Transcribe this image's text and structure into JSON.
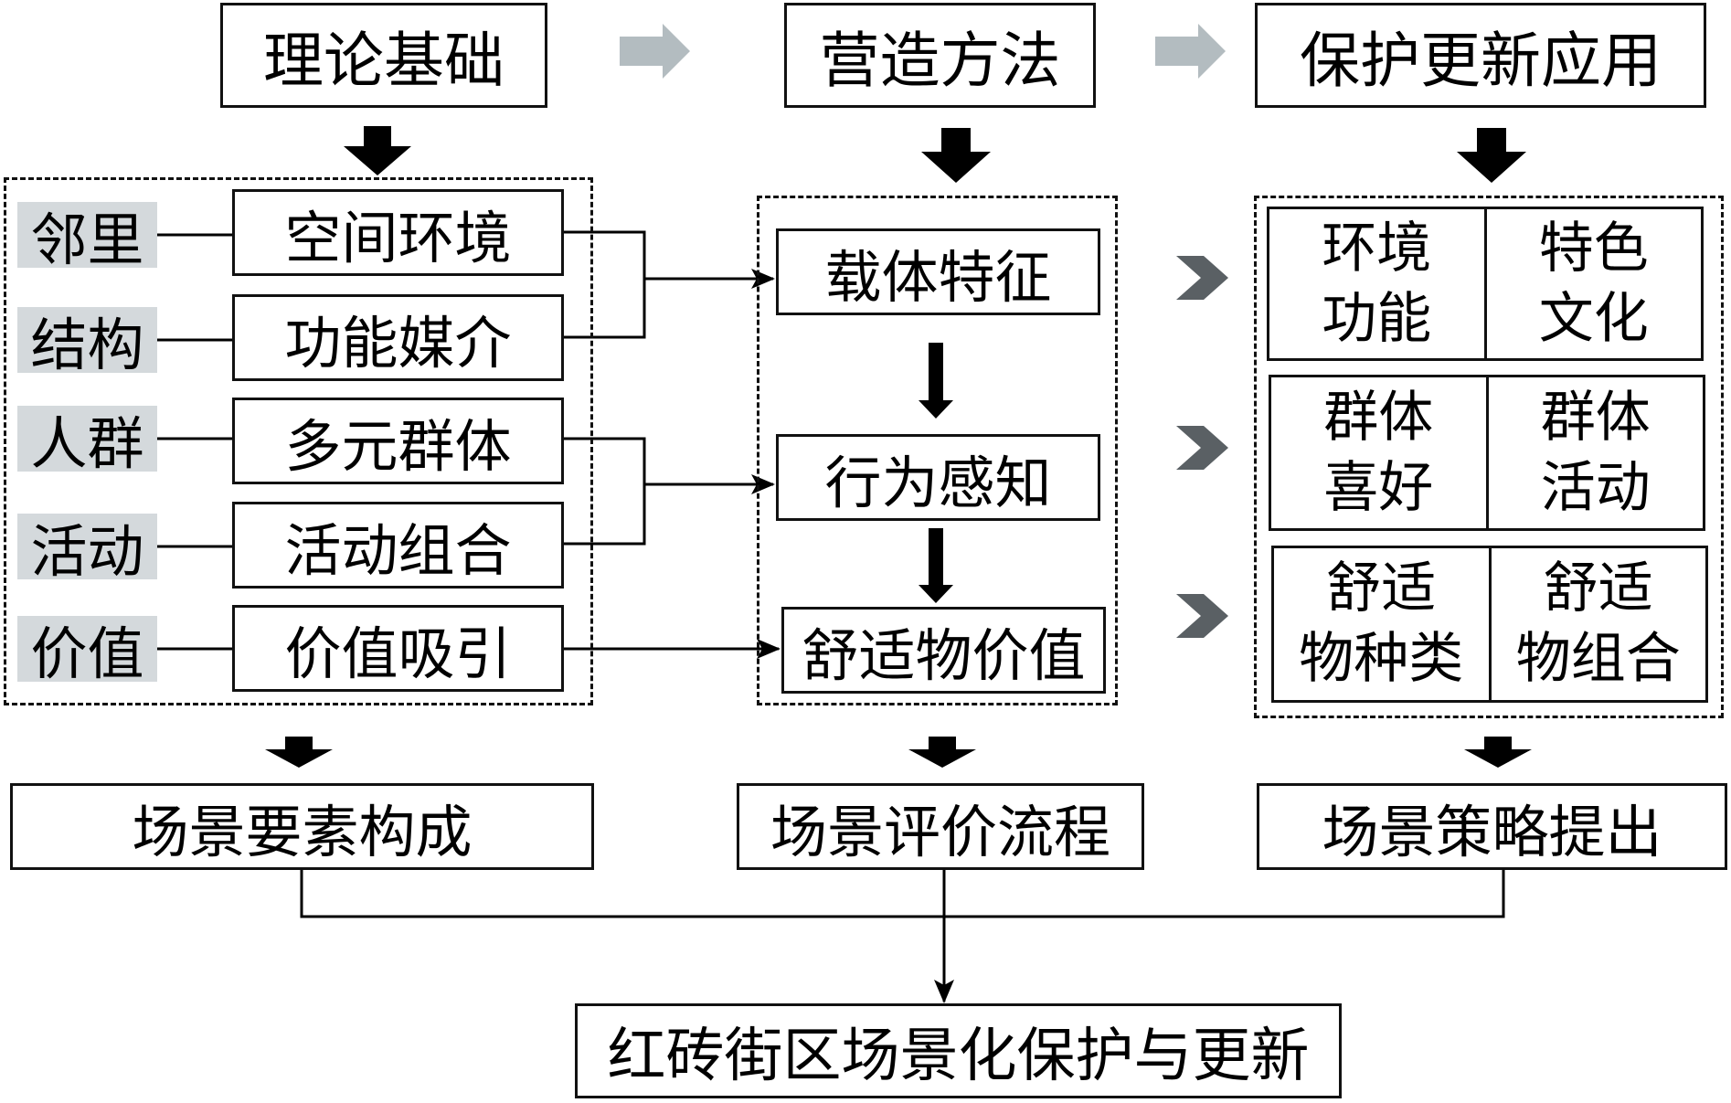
{
  "headers": {
    "theory": "理论基础",
    "method": "营造方法",
    "application": "保护更新应用"
  },
  "tags": [
    "邻里",
    "结构",
    "人群",
    "活动",
    "价值"
  ],
  "theory_items": [
    "空间环境",
    "功能媒介",
    "多元群体",
    "活动组合",
    "价值吸引"
  ],
  "method_items": [
    "载体特征",
    "行为感知",
    "舒适物价值"
  ],
  "application_groups": [
    {
      "left": [
        "环境",
        "功能"
      ],
      "right": [
        "特色",
        "文化"
      ]
    },
    {
      "left": [
        "群体",
        "喜好"
      ],
      "right": [
        "群体",
        "活动"
      ]
    },
    {
      "left": [
        "舒适",
        "物种类"
      ],
      "right": [
        "舒适",
        "物组合"
      ]
    }
  ],
  "outputs": [
    "场景要素构成",
    "场景评价流程",
    "场景策略提出"
  ],
  "final": "红砖街区场景化保护与更新",
  "colors": {
    "gray_arrow": "#b3bcc0",
    "chevron": "#5a6064",
    "tag_bg": "#d4d9dc"
  }
}
